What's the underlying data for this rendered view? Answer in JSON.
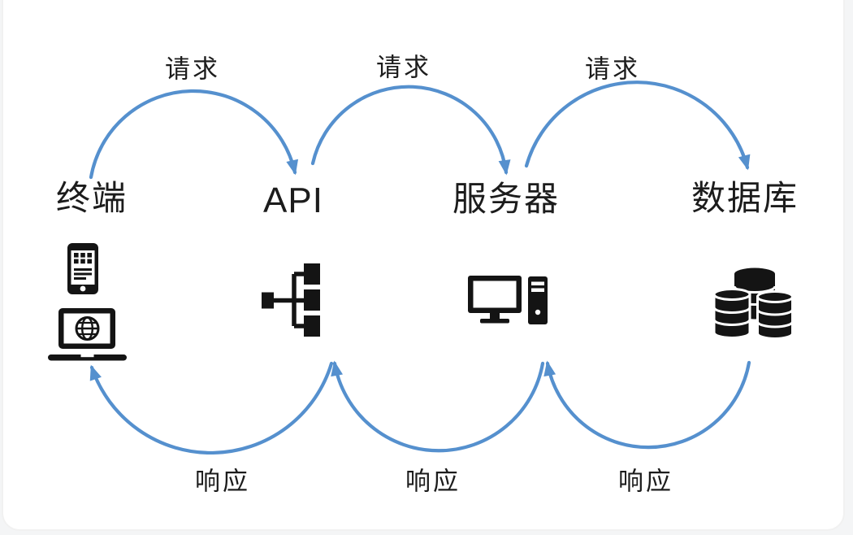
{
  "colors": {
    "arrow_blue": "#5590CE",
    "icon_black": "#141414",
    "label_text": "#1c1c1c",
    "card_background": "#ffffff",
    "page_background": "#f4f5f6"
  },
  "diagram": {
    "nodes": [
      {
        "label": "终端",
        "icons": [
          "smartphone-icon",
          "laptop-globe-icon"
        ]
      },
      {
        "label": "API",
        "icons": [
          "api-tree-icon"
        ]
      },
      {
        "label": "服务器",
        "icons": [
          "desktop-computer-icon"
        ]
      },
      {
        "label": "数据库",
        "icons": [
          "database-stack-icon"
        ]
      }
    ],
    "top_arrows": [
      {
        "from": "终端",
        "to": "API",
        "label": "请求"
      },
      {
        "from": "API",
        "to": "服务器",
        "label": "请求"
      },
      {
        "from": "服务器",
        "to": "数据库",
        "label": "请求"
      }
    ],
    "bottom_arrows": [
      {
        "from": "API",
        "to": "终端",
        "label": "响应"
      },
      {
        "from": "服务器",
        "to": "API",
        "label": "响应"
      },
      {
        "from": "数据库",
        "to": "服务器",
        "label": "响应"
      }
    ]
  }
}
